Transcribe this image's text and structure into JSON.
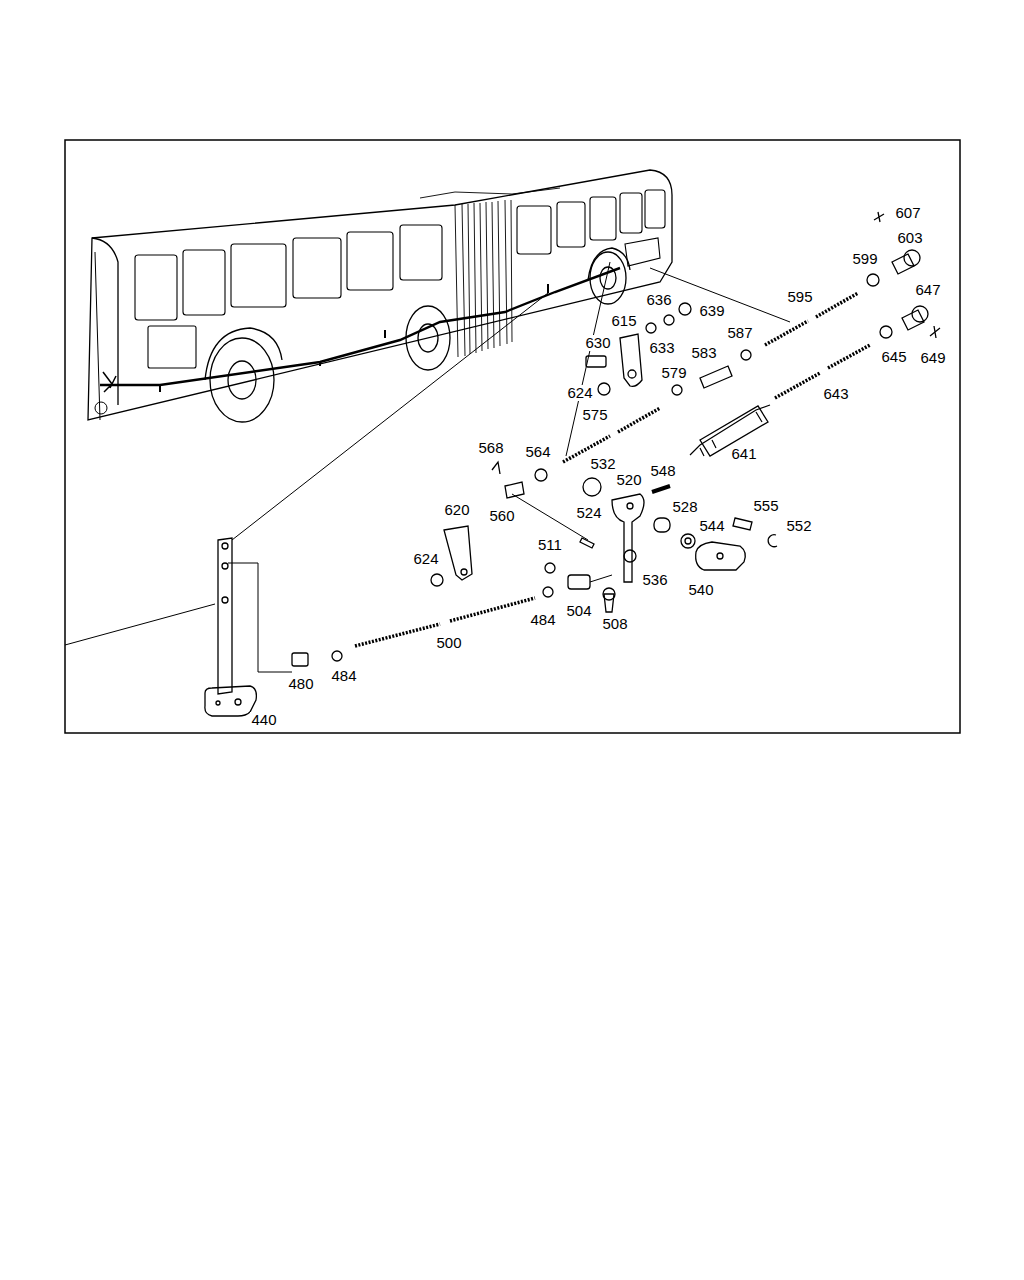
{
  "diagram": {
    "labels": [
      "607",
      "603",
      "599",
      "647",
      "595",
      "636",
      "639",
      "615",
      "633",
      "587",
      "630",
      "583",
      "645",
      "649",
      "624",
      "579",
      "643",
      "575",
      "568",
      "564",
      "532",
      "548",
      "641",
      "620",
      "520",
      "560",
      "524",
      "528",
      "555",
      "544",
      "552",
      "624",
      "511",
      "536",
      "540",
      "484",
      "504",
      "508",
      "500",
      "480",
      "484",
      "440"
    ]
  }
}
